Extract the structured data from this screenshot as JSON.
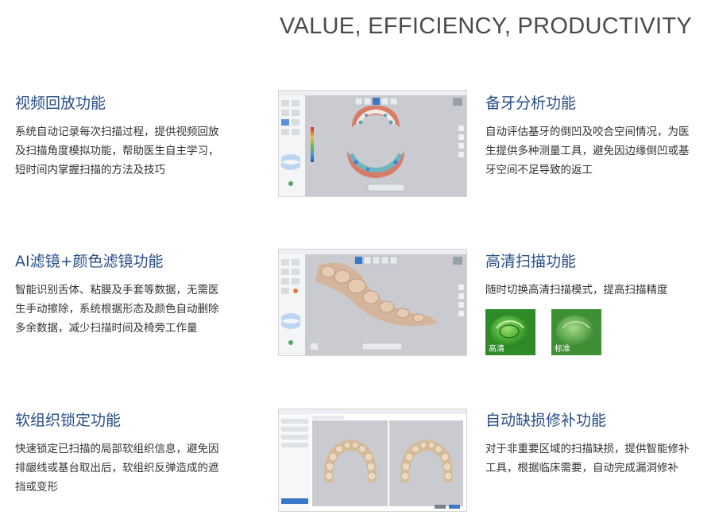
{
  "page_title": "VALUE, EFFICIENCY, PRODUCTIVITY",
  "features": [
    {
      "title": "视频回放功能",
      "desc": [
        "系统自动记录每次扫描过程，提供视频回放",
        "及扫描角度模拟功能，帮助医生自主学习，",
        "短时间内掌握扫描的方法及技巧"
      ]
    },
    {
      "title": "备牙分析功能",
      "desc": [
        "自动评估基牙的倒凹及咬合空间情况，为医",
        "生提供多种测量工具，避免因边缘倒凹或基",
        "牙空间不足导致的返工"
      ]
    },
    {
      "title": "AI滤镜+颜色滤镜功能",
      "desc": [
        "智能识别舌体、粘膜及手套等数据，无需医",
        "生手动擦除，系统根据形态及颜色自动删除",
        "多余数据，减少扫描时间及椅旁工作量"
      ]
    },
    {
      "title": "高清扫描功能",
      "desc": [
        "随时切换高清扫描模式，提高扫描精度"
      ]
    },
    {
      "title": "软组织锁定功能",
      "desc": [
        "快速锁定已扫描的局部软组织信息，避免因",
        "排龈线或基台取出后，软组织反弹造成的遮",
        "挡或变形"
      ]
    },
    {
      "title": "自动缺损修补功能",
      "desc": [
        "对于非重要区域的扫描缺损，提供智能修补",
        "工具，根据临床需要，自动完成漏洞修补"
      ]
    }
  ],
  "hd_labels": {
    "hd": "高清",
    "standard": "标准"
  },
  "colors": {
    "title_blue": "#2a4e87",
    "heading_gray": "#4a4a4a",
    "viewport_gray": "#c9cbd0"
  }
}
